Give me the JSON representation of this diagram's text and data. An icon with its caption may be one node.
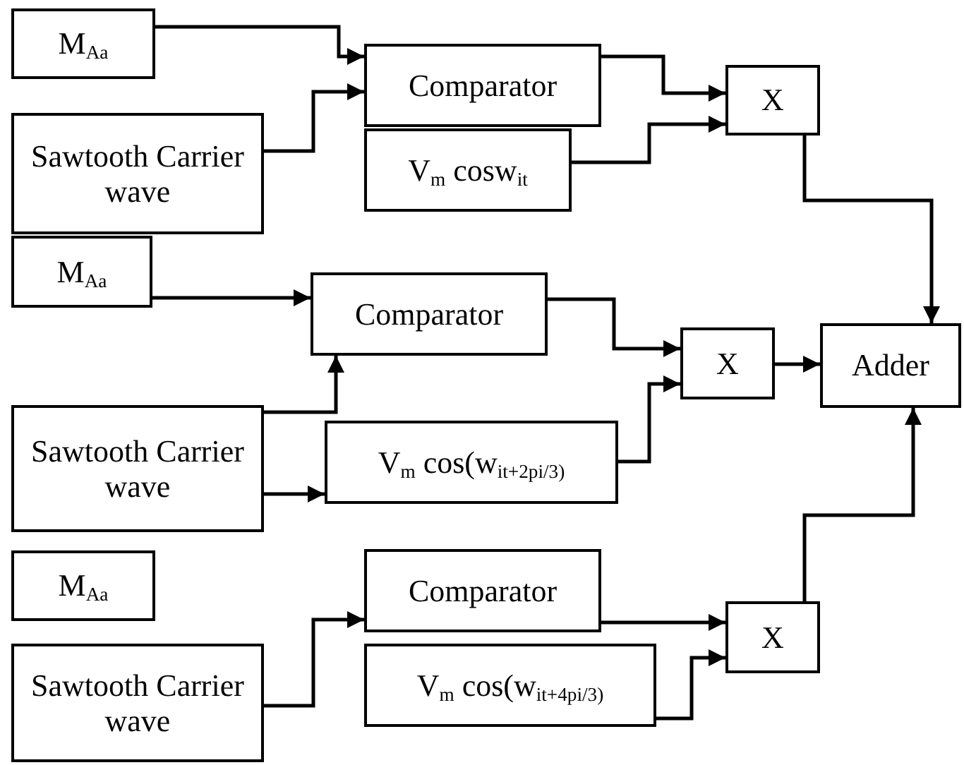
{
  "diagram": {
    "nodes": [
      {
        "text": [
          "M$_{Aa}$"
        ]
      },
      {
        "text": [
          "Sawtooth Carrier wave"
        ]
      },
      {
        "text": [
          "Comparator"
        ]
      },
      {
        "text": [
          "V$_{m}$ cosw$_{it}$"
        ]
      },
      {
        "text": [
          "X"
        ]
      },
      {
        "text": [
          "M$_{Aa}$"
        ]
      },
      {
        "text": [
          "Comparator"
        ]
      },
      {
        "text": [
          "Sawtooth Carrier wave"
        ]
      },
      {
        "text": [
          "V$_{m}$ cos(w$_{it+2pi/3)}$"
        ]
      },
      {
        "text": [
          "X"
        ]
      },
      {
        "text": [
          "Adder"
        ]
      },
      {
        "text": [
          "M$_{Aa}$"
        ]
      },
      {
        "text": [
          "Sawtooth Carrier wave"
        ]
      },
      {
        "text": [
          "Comparator"
        ]
      },
      {
        "text": [
          "V$_{m}$ cos(w$_{it+4pi/3)}$"
        ]
      },
      {
        "text": [
          "X"
        ]
      }
    ],
    "edges": [
      {
        "from": 0,
        "to": 2,
        "arrow": "to"
      },
      {
        "from": 1,
        "to": 2,
        "arrow": "to"
      },
      {
        "from": 2,
        "to": 4,
        "arrow": "to"
      },
      {
        "from": 3,
        "to": 4,
        "arrow": "to"
      },
      {
        "from": 4,
        "to": 10,
        "arrow": "to"
      },
      {
        "from": 5,
        "to": 6,
        "arrow": "to"
      },
      {
        "from": 7,
        "to": 6,
        "arrow": "to"
      },
      {
        "from": 6,
        "to": 9,
        "arrow": "to"
      },
      {
        "from": 8,
        "to": 9,
        "arrow": "to"
      },
      {
        "from": 7,
        "to": 8,
        "arrow": "to"
      },
      {
        "from": 9,
        "to": 10,
        "arrow": "to"
      },
      {
        "from": 15,
        "to": 10,
        "arrow": "to"
      },
      {
        "from": 12,
        "to": 13,
        "arrow": "to"
      },
      {
        "from": 13,
        "to": 15,
        "arrow": "to"
      },
      {
        "from": 14,
        "to": 15,
        "arrow": "to"
      }
    ]
  }
}
